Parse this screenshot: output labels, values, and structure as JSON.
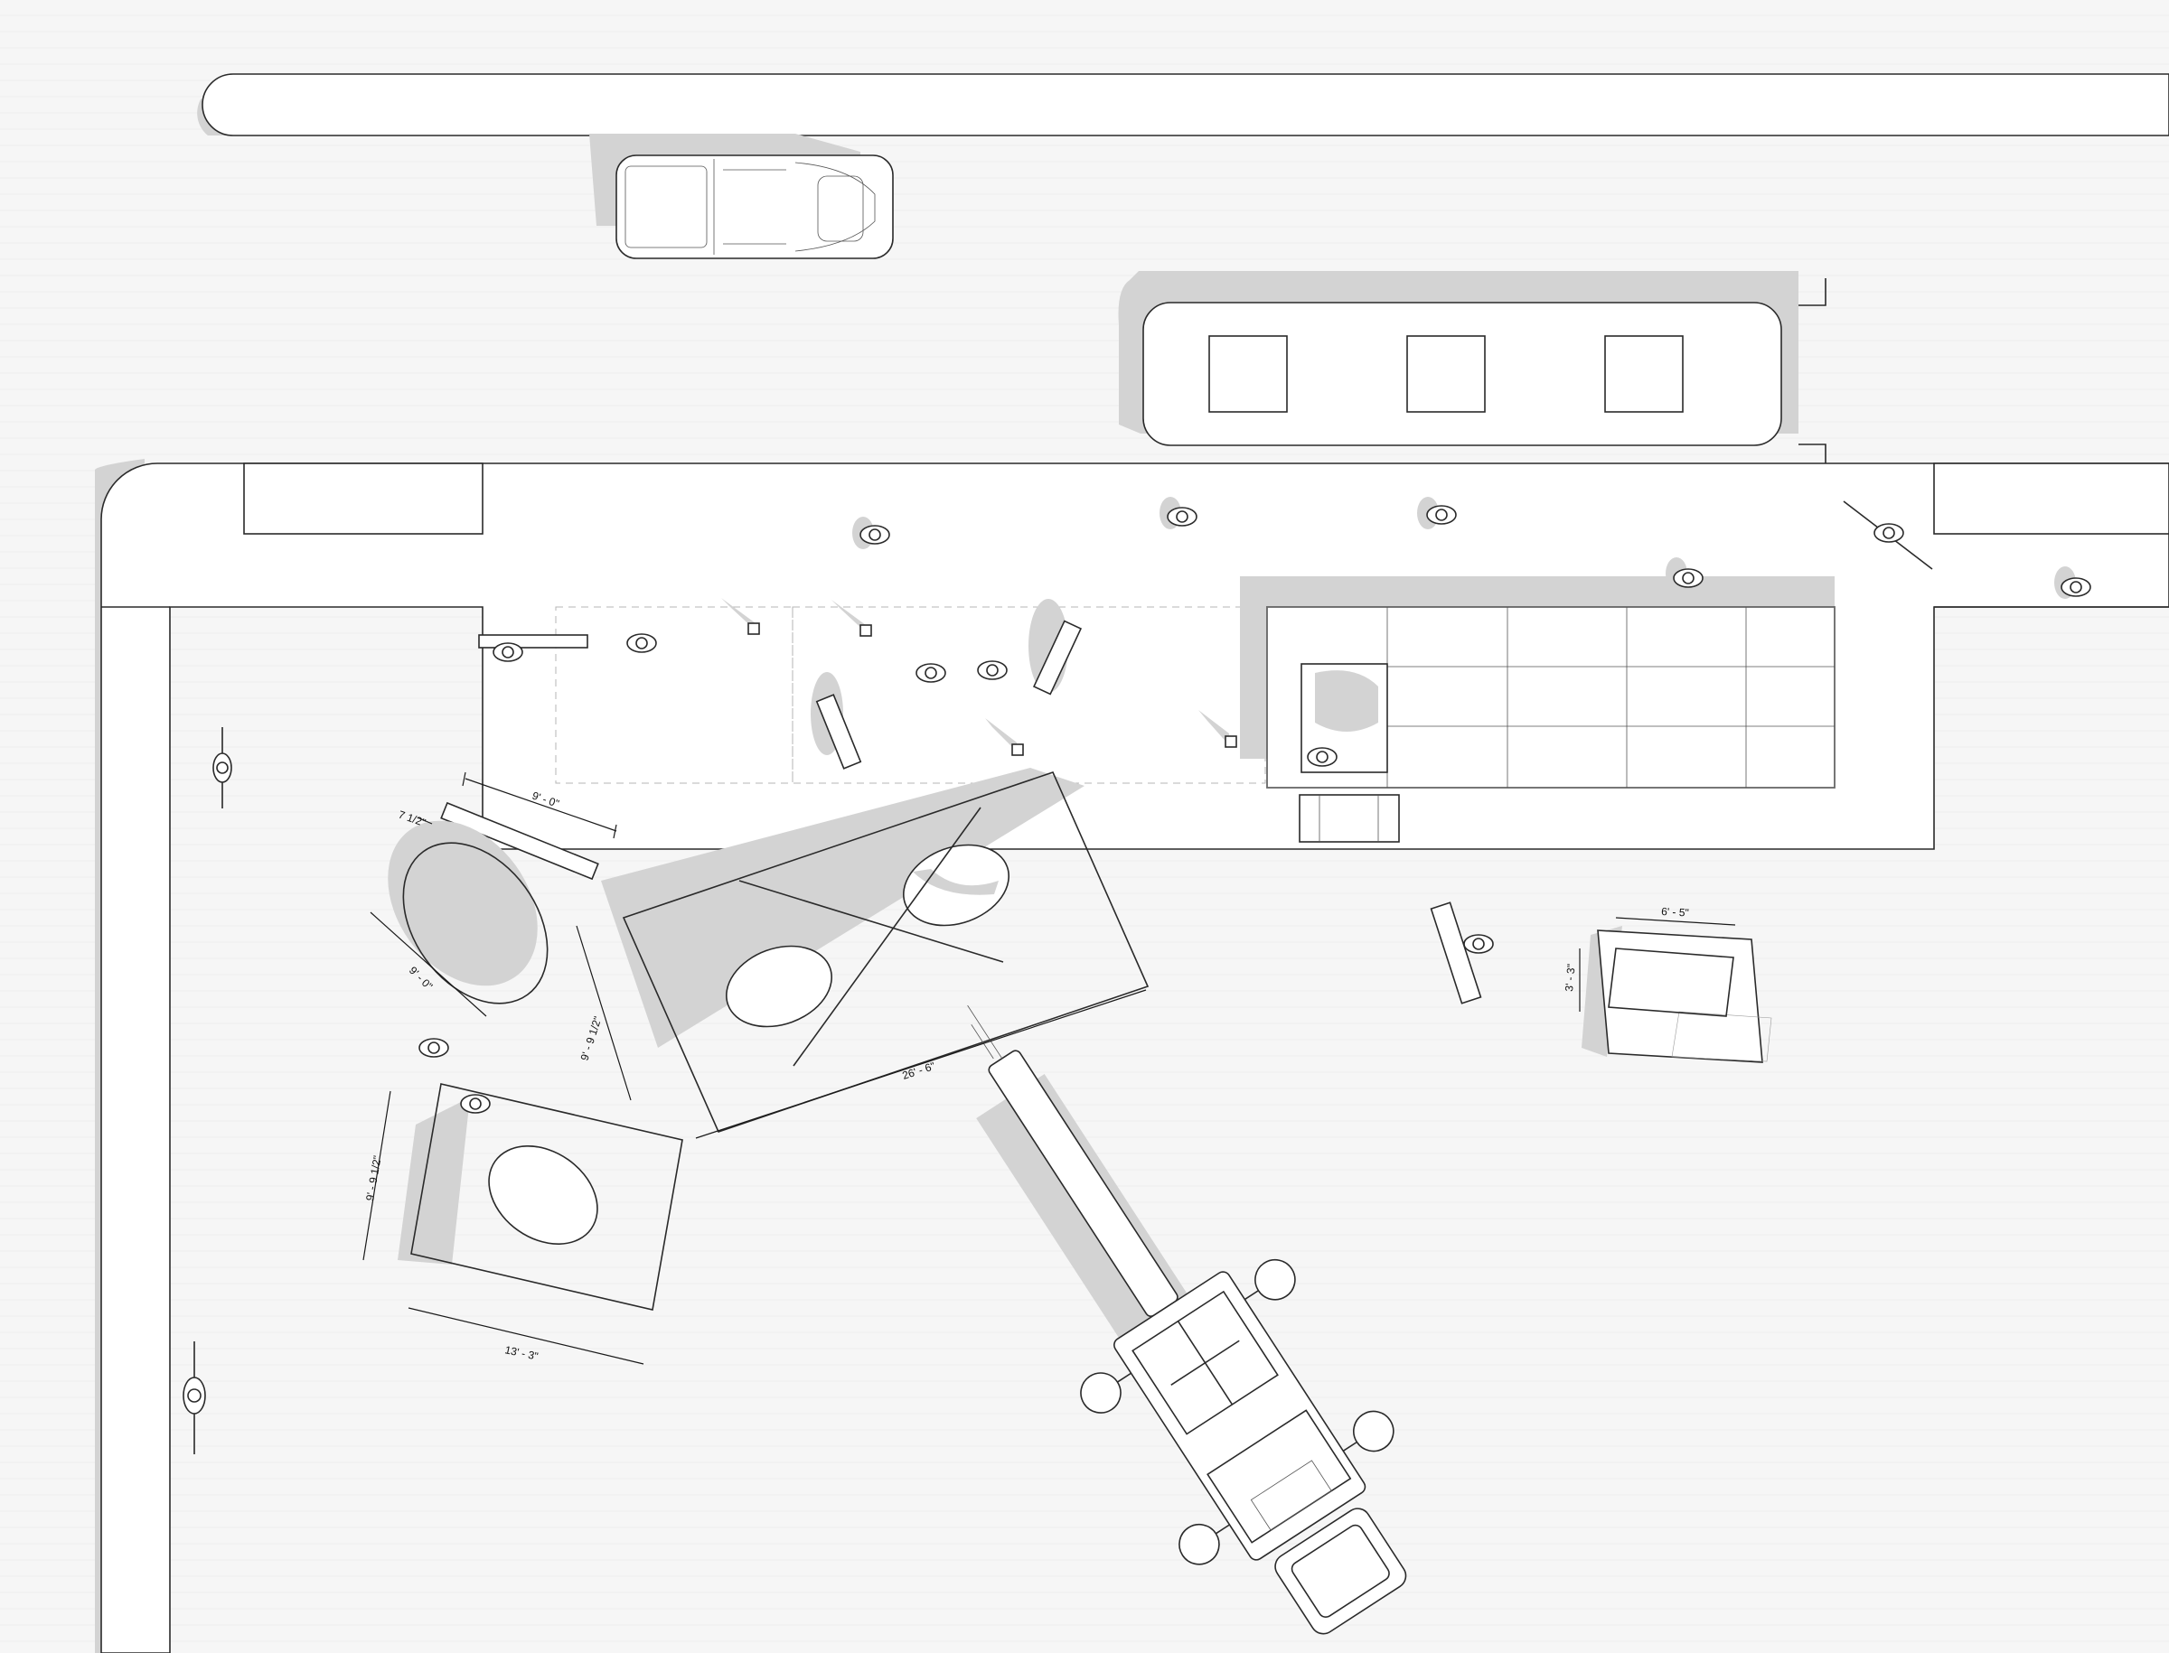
{
  "dimensions": {
    "long_piece_length": "9' - 0\"",
    "long_piece_width": "7 1/2\"",
    "oval_piece_width": "9' - 0\"",
    "large_deck_length": "26' - 6\"",
    "large_deck_width": "9' - 9 1/2\"",
    "square_deck_height": "9' - 9 1/2\"",
    "square_deck_width": "13' - 3\"",
    "grid_panel_width": "6' - 5\"",
    "grid_panel_height": "3' - 3\""
  }
}
